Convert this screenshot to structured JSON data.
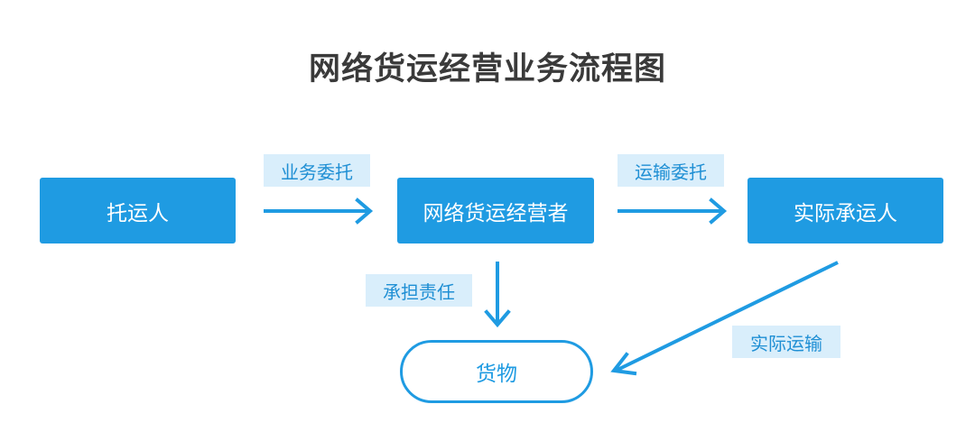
{
  "title": "网络货运经营业务流程图",
  "nodes": {
    "shipper": "托运人",
    "operator": "网络货运经营者",
    "carrier": "实际承运人",
    "cargo": "货物"
  },
  "edges": {
    "shipper_to_operator": "业务委托",
    "operator_to_carrier": "运输委托",
    "operator_to_cargo": "承担责任",
    "carrier_to_cargo": "实际运输"
  },
  "colors": {
    "primary": "#1f9be2",
    "label_bg": "#d9eefb",
    "title": "#3a3a3a"
  }
}
